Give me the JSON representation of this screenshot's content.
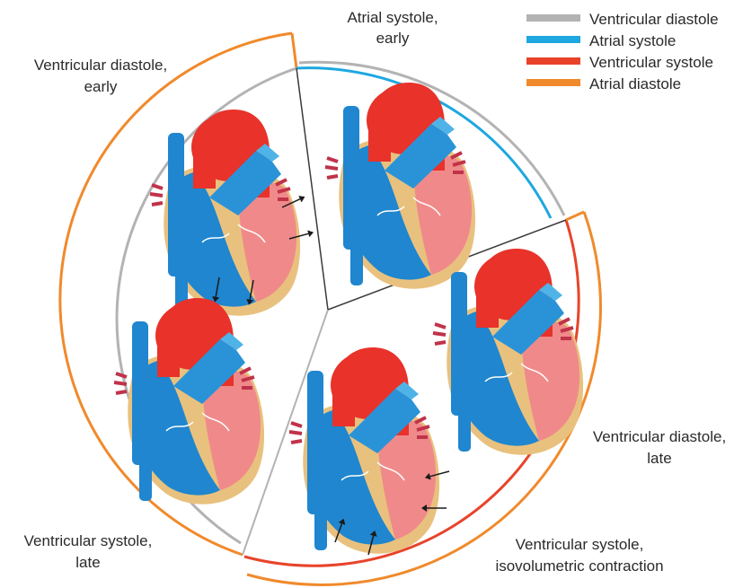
{
  "legend": {
    "items": [
      {
        "label": "Ventricular diastole",
        "color": "#b3b3b3"
      },
      {
        "label": "Atrial systole",
        "color": "#1ea7e1"
      },
      {
        "label": "Ventricular systole",
        "color": "#e8432a"
      },
      {
        "label": "Atrial diastole",
        "color": "#f08a2c"
      }
    ]
  },
  "labels": {
    "atrial_systole_early": [
      "Atrial systole,",
      "early"
    ],
    "ventricular_diastole_early": [
      "Ventricular diastole,",
      "early"
    ],
    "ventricular_diastole_late": [
      "Ventricular diastole,",
      "late"
    ],
    "ventricular_systole_late": [
      "Ventricular systole,",
      "late"
    ],
    "ventricular_systole_isovolumetric": [
      "Ventricular systole,",
      "isovolumetric contraction"
    ]
  },
  "colors": {
    "heart_blue": "#1f86cf",
    "heart_light_blue": "#4fb3e8",
    "heart_red": "#e8322a",
    "heart_pink": "#f08a8a",
    "heart_tan": "#e9c17e"
  },
  "icons": {
    "heart": "heart-cross-section-icon",
    "arrow": "motion-arrow-icon"
  }
}
